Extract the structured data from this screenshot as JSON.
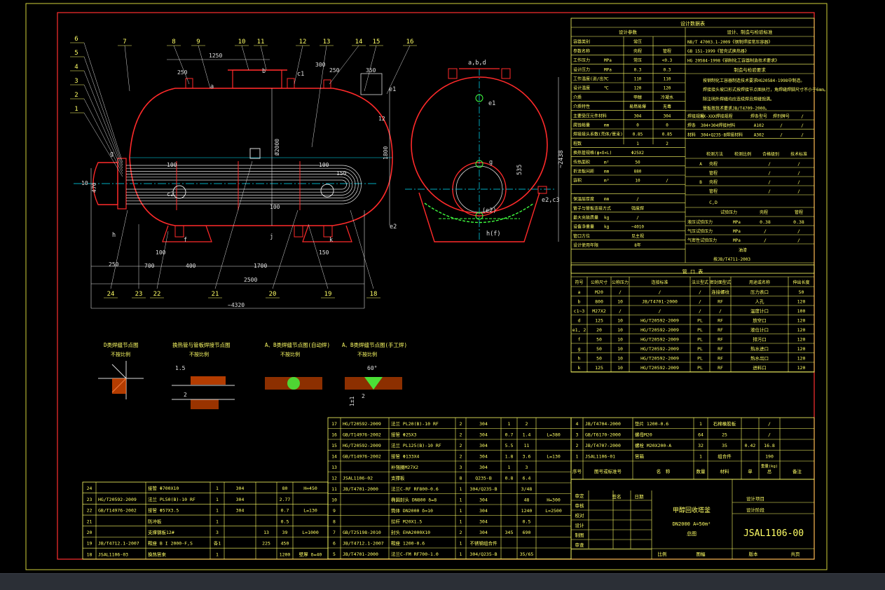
{
  "colors": {
    "background": "#000000",
    "frame": "#ff3030",
    "table": "#ffff66",
    "dimension": "#dddddd",
    "centerline": "#00e5ff",
    "vessel": "#ff2a2a",
    "tube": "#e8e8e8",
    "saddle": "#40ff40",
    "statusbar": "#2b2f36"
  },
  "front_view": {
    "leaders_left": [
      "6",
      "5",
      "4",
      "3",
      "2",
      "1"
    ],
    "leaders_top": [
      "7",
      "8",
      "9",
      "10",
      "11",
      "12",
      "13",
      "14",
      "15",
      "16"
    ],
    "leaders_bottom": [
      "24",
      "23",
      "22",
      "21",
      "20",
      "19",
      "18"
    ],
    "nozzle_letters": {
      "g": "g",
      "b": "b",
      "c1": "c1",
      "a": "a",
      "e1": "e1",
      "e2": "e2",
      "c_center": "c2",
      "f": "f",
      "h": "h",
      "k": "k",
      "j": "j"
    },
    "dims": {
      "top_1250": "1250",
      "top_250": "250",
      "top_300": "300",
      "top_250b": "250",
      "top_350": "350",
      "left_100": "100",
      "right_100": "100",
      "right_150": "150",
      "left_100b": "100",
      "h_1800": "1800",
      "d_2000": "Ø2000",
      "h_470": "470",
      "h_10": "10",
      "angle_12": "12",
      "b_250": "250",
      "b_100": "100",
      "b_700": "700",
      "b_400": "400",
      "b_1700": "1700",
      "b_2500": "2500",
      "b_total": "~4320",
      "b_150": "150"
    }
  },
  "side_view": {
    "top_label": "a,b,d",
    "nozzle_e1": "e1",
    "nozzle_g": "g",
    "nozzle_e2": "(e2)",
    "nozzle_hf": "h(f)",
    "nozzle_e2c2": "e2,c3",
    "dim_535": "535",
    "dim_2438": "~2438"
  },
  "details": [
    {
      "title": "D类焊缝节点图",
      "sub": "不按比例"
    },
    {
      "title": "换热管与管板焊接节点图",
      "sub": "不按比例",
      "dims": [
        "1.5",
        "2"
      ]
    },
    {
      "title": "A、B类焊缝节点图(自动焊)",
      "sub": "不按比例"
    },
    {
      "title": "A、B类焊缝节点图(手工焊)",
      "sub": "不按比例",
      "dims": [
        "60°",
        "2",
        "1±1"
      ]
    }
  ],
  "design_header": "设计数据表",
  "design_spec_cols": [
    "设计参数",
    "设计、制造与检验标准"
  ],
  "design_standards": [
    "NB/T 47003.1-2009《钢制焊接常压容器》",
    "GB 151-1999《管壳式换热器》",
    "HG 20584-1998《钢制化工容器制造技术要求》"
  ],
  "design_rows": [
    [
      "容器类别",
      "",
      "常压",
      ""
    ],
    [
      "参数名称",
      "",
      "壳程",
      "管程"
    ],
    [
      "工作压力",
      "MPa",
      "常压",
      "<0.3"
    ],
    [
      "设计压力",
      "MPa",
      "0.3",
      "0.3"
    ],
    [
      "工作温度(进/出)",
      "℃",
      "110",
      "110"
    ],
    [
      "设计温度",
      "℃",
      "120",
      "120"
    ],
    [
      "介质",
      "",
      "甲醇",
      "冷凝水"
    ],
    [
      "介质特性",
      "",
      "易燃易爆",
      "无毒"
    ],
    [
      "主要受压元件材料",
      "",
      "304",
      "304"
    ],
    [
      "腐蚀裕量",
      "mm",
      "0",
      "0"
    ],
    [
      "焊接接头系数(壳体/管束)",
      "",
      "0.85",
      "0.85"
    ],
    [
      "程数",
      "",
      "1",
      "2"
    ],
    [
      "换热管规格(ϕ×δ×L)",
      "",
      "Φ25X2",
      ""
    ],
    [
      "传热面积",
      "m²",
      "50",
      ""
    ],
    [
      "折流板间距",
      "mm",
      "880",
      ""
    ],
    [
      "容积",
      "m³",
      "10",
      "/"
    ],
    [
      "",
      "",
      "",
      ""
    ],
    [
      "保温层厚度",
      "mm",
      "/",
      ""
    ],
    [
      "管子与管板连接方式",
      "",
      "强度焊",
      ""
    ],
    [
      "最大充装质量",
      "kg",
      "/",
      ""
    ],
    [
      "设备净重量",
      "kg",
      "~4010",
      ""
    ],
    [
      "管口方位",
      "",
      "见主视",
      ""
    ],
    [
      "设计使用年限",
      "",
      "8年",
      ""
    ]
  ],
  "right_top_header": "制造与检验要求",
  "right_notes": [
    "按钢制化工容器制造技术要求HG20584-1998中制造。",
    "焊接接头坡口形式按焊接节点图执行，角焊缝焊脚尺寸不小于6mm。",
    "除注明外焊缝均应连续焊且焊缝饱满。",
    "管板按技术要求JB/T4709-2000。"
  ],
  "weld_rows": [
    [
      "焊接规程",
      "XX-XXX焊接规程",
      "焊条型号",
      "焊剂牌号"
    ],
    [
      "焊条",
      "304+304焊接材料",
      "A102",
      "/"
    ],
    [
      "材料",
      "304+Q235-B焊接材料",
      "A302",
      "/"
    ]
  ],
  "ndt_header": [
    "检测方法",
    "检测比例",
    "合格级别",
    "技术标准"
  ],
  "ndt_rows": [
    [
      "A",
      "壳程",
      "/",
      "/"
    ],
    [
      "",
      "管程",
      "/",
      "/"
    ],
    [
      "B",
      "壳程",
      "/",
      "/"
    ],
    [
      "",
      "管程",
      "/",
      "/"
    ]
  ],
  "ndt_c": "C,D",
  "test_header": [
    "试验压力",
    "壳程",
    "管程"
  ],
  "test_rows": [
    [
      "液压试验压力",
      "MPa",
      "0.38",
      "0.38"
    ],
    [
      "气压试验压力",
      "MPa",
      "/",
      "/"
    ],
    [
      "气密性试验压力",
      "MPa",
      "/",
      "/"
    ]
  ],
  "standard_ref": "按JB/T4711-2003",
  "painting": "油漆",
  "nozzle_header": "管  口  表",
  "nozzle_cols": [
    "符号",
    "公称尺寸",
    "公称压力",
    "连接标准",
    "法兰型式",
    "密封面型式",
    "用途或名称",
    "伸出长度"
  ],
  "nozzles": [
    [
      "a",
      "M20",
      "/",
      "/",
      "/",
      "连接螺纹",
      "压力表口",
      "50"
    ],
    [
      "b",
      "800",
      "10",
      "JB/T4701-2000",
      "/",
      "RF",
      "人孔",
      "120"
    ],
    [
      "c1~3",
      "M27X2",
      "/",
      "/",
      "/",
      "/",
      "温度计口",
      "100"
    ],
    [
      "d",
      "125",
      "10",
      "HG/T20592-2009",
      "PL",
      "RF",
      "放空口",
      "120"
    ],
    [
      "e1, 2",
      "20",
      "10",
      "HG/T20592-2009",
      "PL",
      "RF",
      "液位计口",
      "120"
    ],
    [
      "f",
      "50",
      "10",
      "HG/T20592-2009",
      "PL",
      "RF",
      "排污口",
      "120"
    ],
    [
      "g",
      "50",
      "10",
      "HG/T20592-2009",
      "PL",
      "RF",
      "热水进口",
      "120"
    ],
    [
      "h",
      "50",
      "10",
      "HG/T20592-2009",
      "PL",
      "RF",
      "热水出口",
      "120"
    ],
    [
      "k",
      "125",
      "10",
      "HG/T20592-2009",
      "PL",
      "RF",
      "进料口",
      "120"
    ]
  ],
  "bom_mid": [
    [
      "17",
      "HG/T20592-2009",
      "法兰 PL20(B)-10 RF",
      "2",
      "304",
      "1",
      "2",
      ""
    ],
    [
      "16",
      "GB/T14976-2002",
      "接管 Φ25X3",
      "2",
      "304",
      "0.7",
      "1.4",
      "L=380"
    ],
    [
      "15",
      "HG/T20592-2009",
      "法兰 PL125(B)-10 RF",
      "2",
      "304",
      "5.5",
      "11",
      ""
    ],
    [
      "14",
      "GB/T14976-2002",
      "接管 Φ133X4",
      "2",
      "304",
      "1.8",
      "3.6",
      "L=130"
    ],
    [
      "13",
      "",
      "补强圈M27X2",
      "3",
      "304",
      "1",
      "3",
      ""
    ],
    [
      "12",
      "JSAL1106-02",
      "支撑板",
      "8",
      "Q235-B",
      "0.8",
      "6.4",
      ""
    ],
    [
      "11",
      "JB/T4701-2000",
      "法兰C-RF RF800-0.6",
      "1",
      "304/Q235-B",
      "",
      "3/48",
      ""
    ],
    [
      "10",
      "",
      "椭圆封头 DN800 δ=8",
      "1",
      "304",
      "",
      "48",
      "H=300"
    ],
    [
      "9",
      "",
      "筒体 DN2000 δ=10",
      "1",
      "304",
      "",
      "1240",
      "L=2500"
    ],
    [
      "8",
      "",
      "拉杆 M20X1.5",
      "1",
      "304",
      "",
      "0.5",
      ""
    ],
    [
      "7",
      "GB/T25198-2010",
      "封头 EHA2000X10",
      "2",
      "304",
      "345",
      "690",
      ""
    ],
    [
      "6",
      "JB/T4712.1-2007",
      "鞍座 1200-0.6",
      "1",
      "不锈钢组合件",
      "",
      "",
      ""
    ],
    [
      "5",
      "JB/T4701-2000",
      "法兰C-FM RF700-1.0",
      "1",
      "304/Q235-B",
      "",
      "35/65",
      ""
    ]
  ],
  "bom_left": [
    [
      "24",
      "",
      "接管 Φ700X10",
      "1",
      "304",
      "",
      "80",
      "H=450"
    ],
    [
      "23",
      "HG/T20592-2009",
      "法兰 PL50(B)-10 RF",
      "1",
      "304",
      "",
      "2.77",
      ""
    ],
    [
      "22",
      "GB/T14976-2002",
      "接管 Φ57X3.5",
      "1",
      "304",
      "",
      "0.7",
      "L=130"
    ],
    [
      "21",
      "",
      "防冲板",
      "1",
      "",
      "",
      "0.5",
      ""
    ],
    [
      "20",
      "",
      "支撑钢板12#",
      "3",
      "",
      "13",
      "39",
      "L=1000"
    ],
    [
      "19",
      "JB/T4712.1-2007",
      "鞍座 B I 2000-F,S",
      "各1",
      "",
      "225",
      "450",
      ""
    ],
    [
      "18",
      "JSAL1106-03",
      "换热管束",
      "1",
      "",
      "",
      "1200",
      "壁厚 δ=40"
    ]
  ],
  "bom_right": [
    [
      "4",
      "JB/T4704-2000",
      "垫片 1200-0.6",
      "1",
      "石棉橡胶板",
      "",
      "/",
      ""
    ],
    [
      "3",
      "GB/T6170-2000",
      "螺母M20",
      "64",
      "25",
      "",
      "/",
      ""
    ],
    [
      "2",
      "JB/T4707-2000",
      "螺栓 M20X200-A",
      "32",
      "35",
      "0.42",
      "16.8",
      ""
    ],
    [
      "1",
      "JSAL1106-01",
      "管箱",
      "1",
      "组合件",
      "",
      "190",
      ""
    ]
  ],
  "bom_header": [
    "序号",
    "图号或标准号",
    "名　称",
    "数量",
    "材料",
    "单",
    "总",
    "备注"
  ],
  "bom_header_weight": "重量(kg)",
  "title_block": {
    "left_labels": [
      "审定",
      "审核",
      "校对",
      "设计",
      "制图",
      "审查"
    ],
    "col_labels": [
      "签名",
      "日期"
    ],
    "name_main": "甲醇回收塔釜",
    "name_sub": "DN2000  A=50m²",
    "name_sub2": "总图",
    "right_labels": [
      "设计项目",
      "设计阶段"
    ],
    "drawing_no": "JSAL1106-00",
    "bottom_labels": [
      "比例",
      "图幅",
      "版本",
      "共页"
    ]
  }
}
